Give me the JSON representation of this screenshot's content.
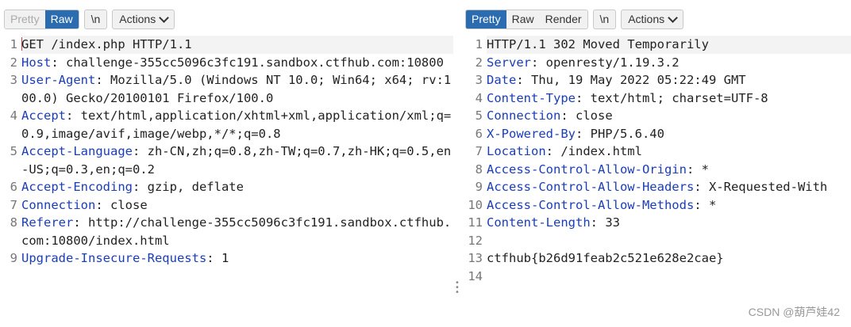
{
  "request": {
    "tabs": [
      {
        "label": "Pretty",
        "active": false
      },
      {
        "label": "Raw",
        "active": true
      }
    ],
    "newline_label": "\\n",
    "actions_label": "Actions",
    "lines": [
      {
        "n": "1",
        "header": "",
        "text": "GET /index.php HTTP/1.1"
      },
      {
        "n": "2",
        "header": "Host",
        "text": ": challenge-355cc5096c3fc191.sandbox.ctfhub.com:10800"
      },
      {
        "n": "3",
        "header": "User-Agent",
        "text": ": Mozilla/5.0 (Windows NT 10.0; Win64; x64; rv:100.0) Gecko/20100101 Firefox/100.0"
      },
      {
        "n": "4",
        "header": "Accept",
        "text": ": text/html,application/xhtml+xml,application/xml;q=0.9,image/avif,image/webp,*/*;q=0.8"
      },
      {
        "n": "5",
        "header": "Accept-Language",
        "text": ": zh-CN,zh;q=0.8,zh-TW;q=0.7,zh-HK;q=0.5,en-US;q=0.3,en;q=0.2"
      },
      {
        "n": "6",
        "header": "Accept-Encoding",
        "text": ": gzip, deflate"
      },
      {
        "n": "7",
        "header": "Connection",
        "text": ": close"
      },
      {
        "n": "8",
        "header": "Referer",
        "text": ": http://challenge-355cc5096c3fc191.sandbox.ctfhub.com:10800/index.html"
      },
      {
        "n": "9",
        "header": "Upgrade-Insecure-Requests",
        "text": ": 1"
      }
    ]
  },
  "response": {
    "tabs": [
      {
        "label": "Pretty",
        "active": true
      },
      {
        "label": "Raw",
        "active": false
      },
      {
        "label": "Render",
        "active": false
      }
    ],
    "newline_label": "\\n",
    "actions_label": "Actions",
    "lines": [
      {
        "n": "1",
        "header": "",
        "text": "HTTP/1.1 302 Moved Temporarily"
      },
      {
        "n": "2",
        "header": "Server",
        "text": ": openresty/1.19.3.2"
      },
      {
        "n": "3",
        "header": "Date",
        "text": ": Thu, 19 May 2022 05:22:49 GMT"
      },
      {
        "n": "4",
        "header": "Content-Type",
        "text": ": text/html; charset=UTF-8"
      },
      {
        "n": "5",
        "header": "Connection",
        "text": ": close"
      },
      {
        "n": "6",
        "header": "X-Powered-By",
        "text": ": PHP/5.6.40"
      },
      {
        "n": "7",
        "header": "Location",
        "text": ": /index.html"
      },
      {
        "n": "8",
        "header": "Access-Control-Allow-Origin",
        "text": ": *"
      },
      {
        "n": "9",
        "header": "Access-Control-Allow-Headers",
        "text": ": X-Requested-With"
      },
      {
        "n": "10",
        "header": "Access-Control-Allow-Methods",
        "text": ": *"
      },
      {
        "n": "11",
        "header": "Content-Length",
        "text": ": 33"
      },
      {
        "n": "12",
        "header": "",
        "text": ""
      },
      {
        "n": "13",
        "header": "",
        "text": "ctfhub{b26d91feab2c521e628e2cae}"
      },
      {
        "n": "14",
        "header": "",
        "text": ""
      }
    ]
  },
  "watermark": "CSDN @葫芦娃42",
  "icons": {
    "actions_dropdown": "chevron-down-icon",
    "pane_resizer": "drag-handle-icon"
  },
  "colors": {
    "active_tab": "#2b6cb0",
    "header_key": "#1a3db8"
  }
}
